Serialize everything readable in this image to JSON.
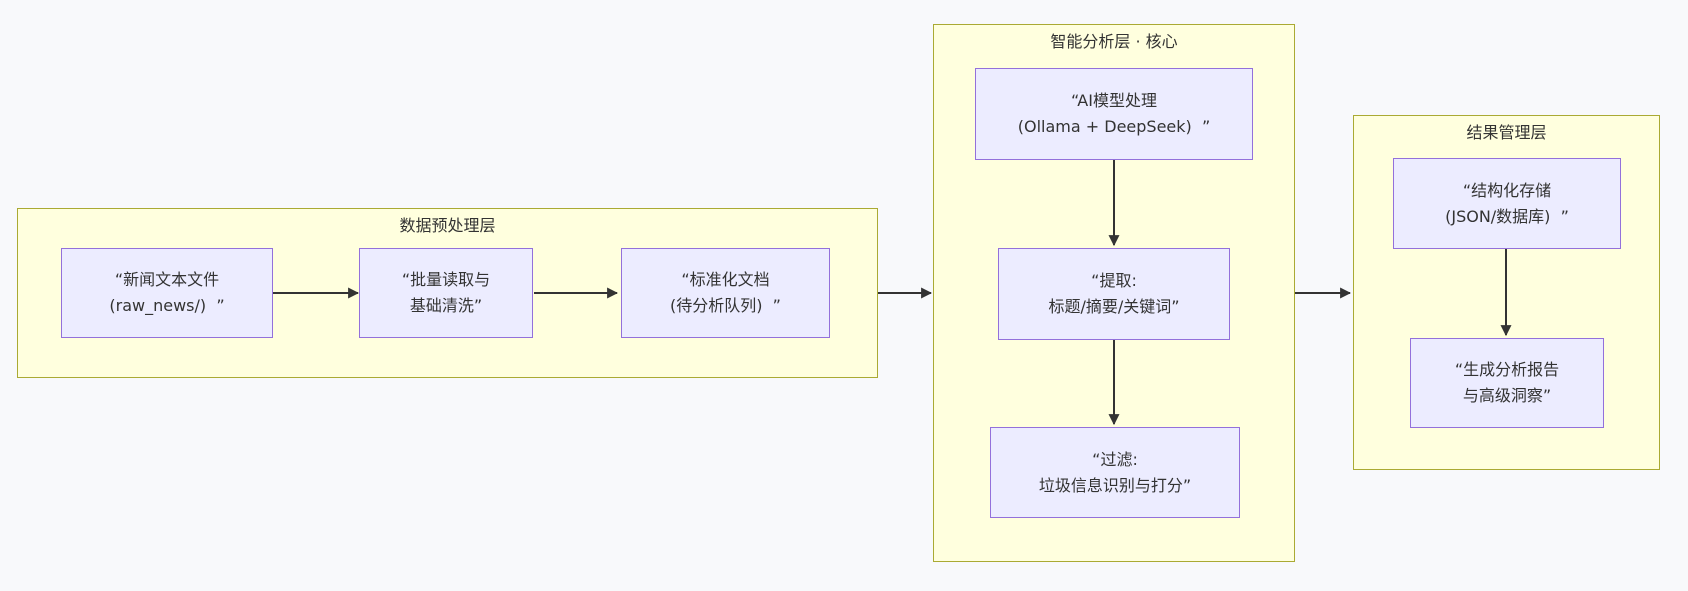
{
  "diagram": {
    "type": "flowchart",
    "direction": "left-to-right",
    "colors": {
      "page_background": "#f8f9fb",
      "cluster_fill": "#ffffde",
      "cluster_border": "#aaaa33",
      "node_fill": "#ececff",
      "node_border": "#9370db",
      "edge": "#333333",
      "text": "#333333"
    },
    "clusters": [
      {
        "title": "数据预处理层",
        "nodes": [
          {
            "lines": [
              "“新闻文本文件",
              "(raw_news/)  ”"
            ]
          },
          {
            "lines": [
              "“批量读取与",
              "基础清洗”"
            ]
          },
          {
            "lines": [
              "“标准化文档",
              "(待分析队列)  ”"
            ]
          }
        ]
      },
      {
        "title": "智能分析层 · 核心",
        "nodes": [
          {
            "lines": [
              "“AI模型处理",
              "(Ollama + DeepSeek)  ”"
            ]
          },
          {
            "lines": [
              "“提取:",
              "标题/摘要/关键词”"
            ]
          },
          {
            "lines": [
              "“过滤:",
              "垃圾信息识别与打分”"
            ]
          }
        ]
      },
      {
        "title": "结果管理层",
        "nodes": [
          {
            "lines": [
              "“结构化存储",
              "(JSON/数据库)  ”"
            ]
          },
          {
            "lines": [
              "“生成分析报告",
              "与高级洞察”"
            ]
          }
        ]
      }
    ],
    "edges": [
      {
        "from": "新闻文本文件",
        "to": "批量读取与基础清洗"
      },
      {
        "from": "批量读取与基础清洗",
        "to": "标准化文档"
      },
      {
        "from": "数据预处理层",
        "to": "智能分析层·核心"
      },
      {
        "from": "AI模型处理",
        "to": "提取"
      },
      {
        "from": "提取",
        "to": "过滤"
      },
      {
        "from": "智能分析层·核心",
        "to": "结果管理层"
      },
      {
        "from": "结构化存储",
        "to": "生成分析报告"
      }
    ]
  }
}
